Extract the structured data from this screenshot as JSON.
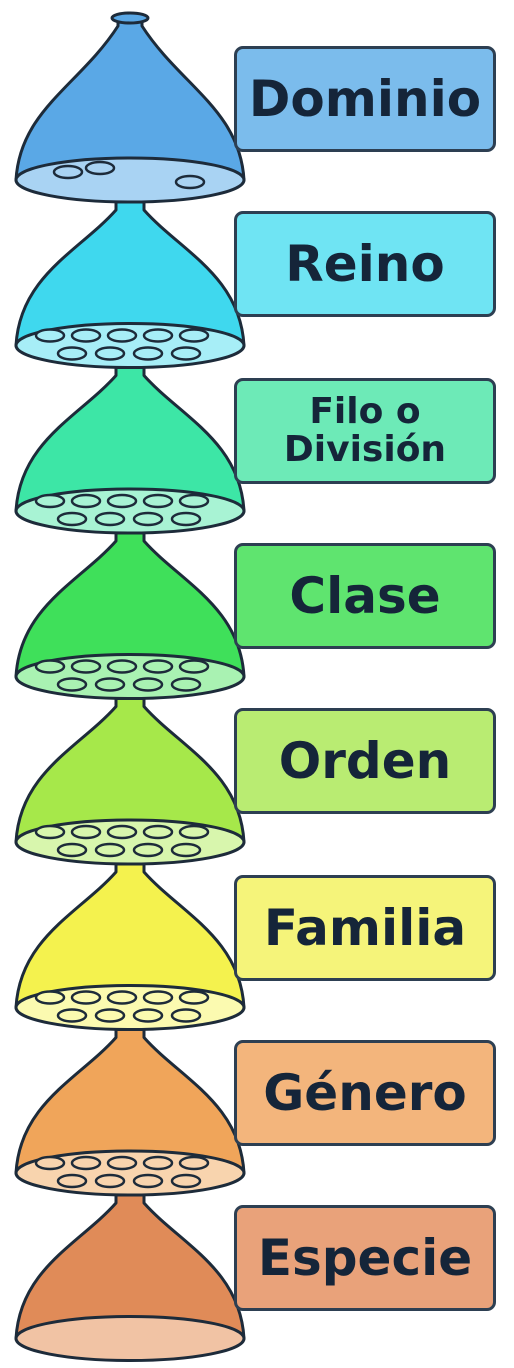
{
  "ranks": [
    {
      "label": "Dominio",
      "fill": "#5aa8e6",
      "light": "#a9d3f3",
      "box": "#7bbcec"
    },
    {
      "label": "Reino",
      "fill": "#3fd8ee",
      "light": "#a7eef7",
      "box": "#6fe4f3"
    },
    {
      "label": "Filo o\nDivisión",
      "fill": "#3de6a6",
      "light": "#a8f3d4",
      "box": "#6deab7"
    },
    {
      "label": "Clase",
      "fill": "#3fe05a",
      "light": "#a9f2b2",
      "box": "#5fe46f"
    },
    {
      "label": "Orden",
      "fill": "#a6e84a",
      "light": "#d8f6ad",
      "box": "#b9ec72"
    },
    {
      "label": "Familia",
      "fill": "#f4f24e",
      "light": "#fbfab0",
      "box": "#f5f47a"
    },
    {
      "label": "Género",
      "fill": "#f0a55a",
      "light": "#f8d4ae",
      "box": "#f3b57c"
    },
    {
      "label": "Especie",
      "fill": "#e08b58",
      "light": "#f1c3a4",
      "box": "#e9a27a"
    }
  ],
  "outline_color": "#1d2b3a"
}
